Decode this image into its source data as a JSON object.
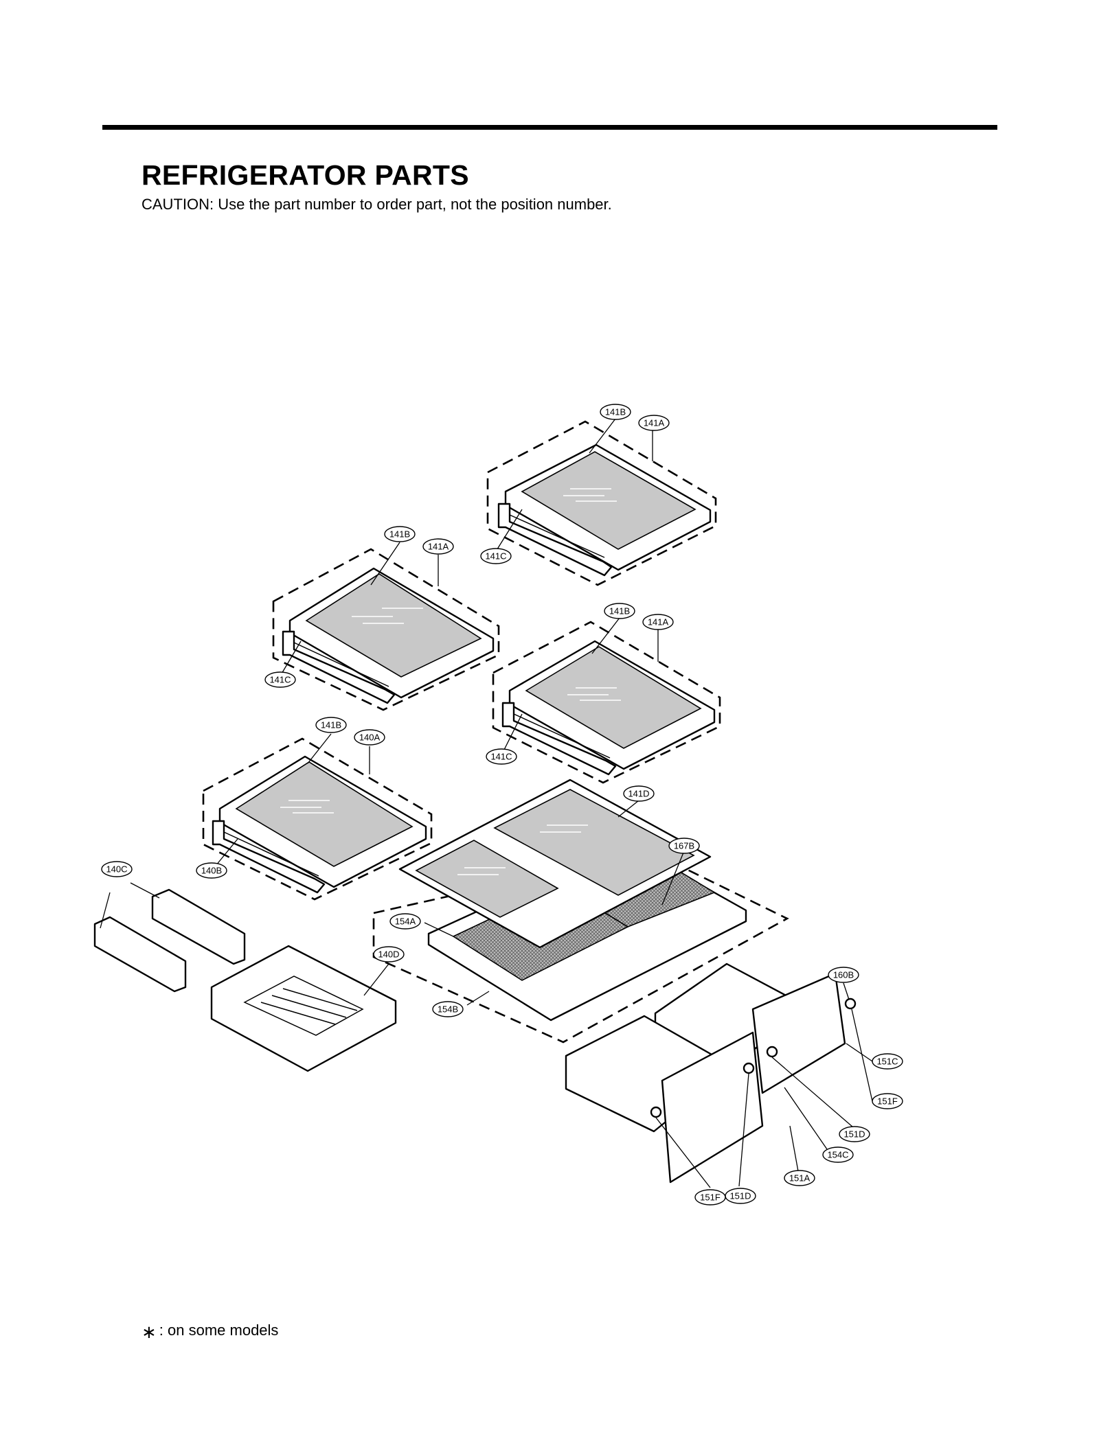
{
  "header": {
    "title": "REFRIGERATOR PARTS",
    "caution": "CAUTION: Use the part number to order part, not the position number."
  },
  "footnote": {
    "symbol": "∗",
    "text": ": on some models"
  },
  "callouts": [
    "141B",
    "141A",
    "141C",
    "141B",
    "141A",
    "141C",
    "141B",
    "141A",
    "141C",
    "141B",
    "140A",
    "140B",
    "141D",
    "167B",
    "140C",
    "154A",
    "140D",
    "154B",
    "160B",
    "151C",
    "151F",
    "151D",
    "154C",
    "151A",
    "151F",
    "151D"
  ]
}
